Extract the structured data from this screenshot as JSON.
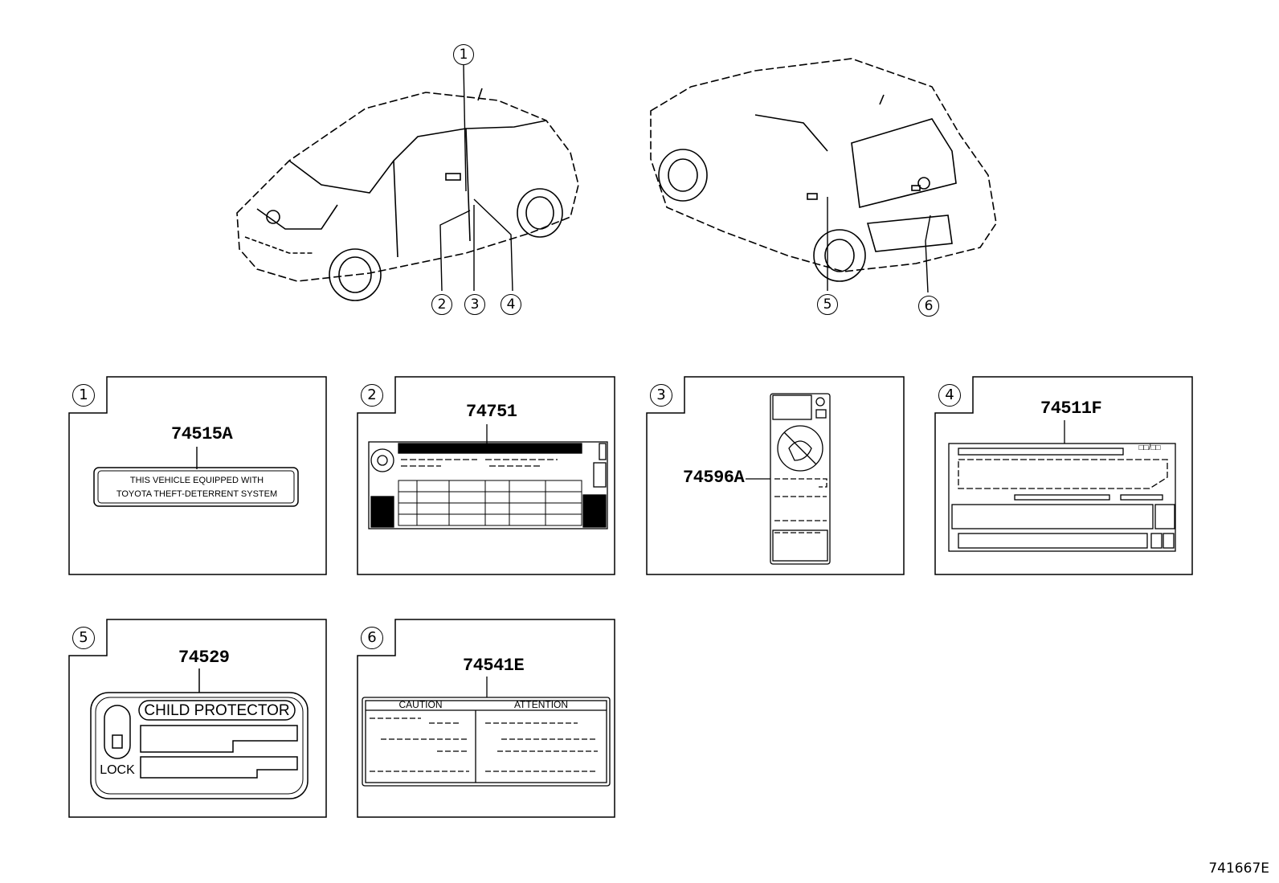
{
  "callouts": [
    "1",
    "2",
    "3",
    "4",
    "5",
    "6"
  ],
  "panels": [
    {
      "num": "1",
      "part": "74515A",
      "lines": [
        "THIS VEHICLE EQUIPPED WITH",
        "TOYOTA THEFT-DETERRENT SYSTEM"
      ]
    },
    {
      "num": "2",
      "part": "74751"
    },
    {
      "num": "3",
      "part": "74596A"
    },
    {
      "num": "4",
      "part": "74511F",
      "tag": "□□/□□"
    },
    {
      "num": "5",
      "part": "74529",
      "title": "CHILD PROTECTOR",
      "lock": "LOCK"
    },
    {
      "num": "6",
      "part": "74541E",
      "left_header": "CAUTION",
      "right_header": "ATTENTION"
    }
  ],
  "diagram_code": "741667E"
}
